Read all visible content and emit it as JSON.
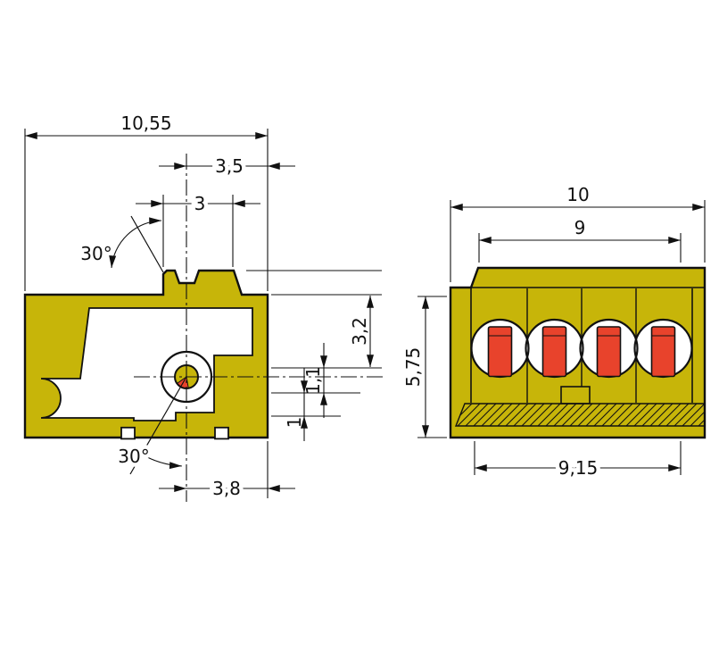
{
  "colors": {
    "housing_yellow": "#c7b509",
    "button_red": "#e8432c",
    "line_black": "#111111",
    "background": "#ffffff"
  },
  "side_view": {
    "dims": {
      "overall_width": "10,55",
      "center_to_edge": "3,5",
      "tab_width": "3",
      "entry_angle_top": "30°",
      "depth_32": "3,2",
      "depth_11": "1,1",
      "depth_1": "1",
      "entry_angle_bottom": "30°",
      "bottom_center_to_edge": "3,8"
    }
  },
  "front_view": {
    "dims": {
      "overall_width": "10",
      "top_face_width": "9",
      "overall_height": "5,75",
      "base_width": "9,15"
    }
  }
}
